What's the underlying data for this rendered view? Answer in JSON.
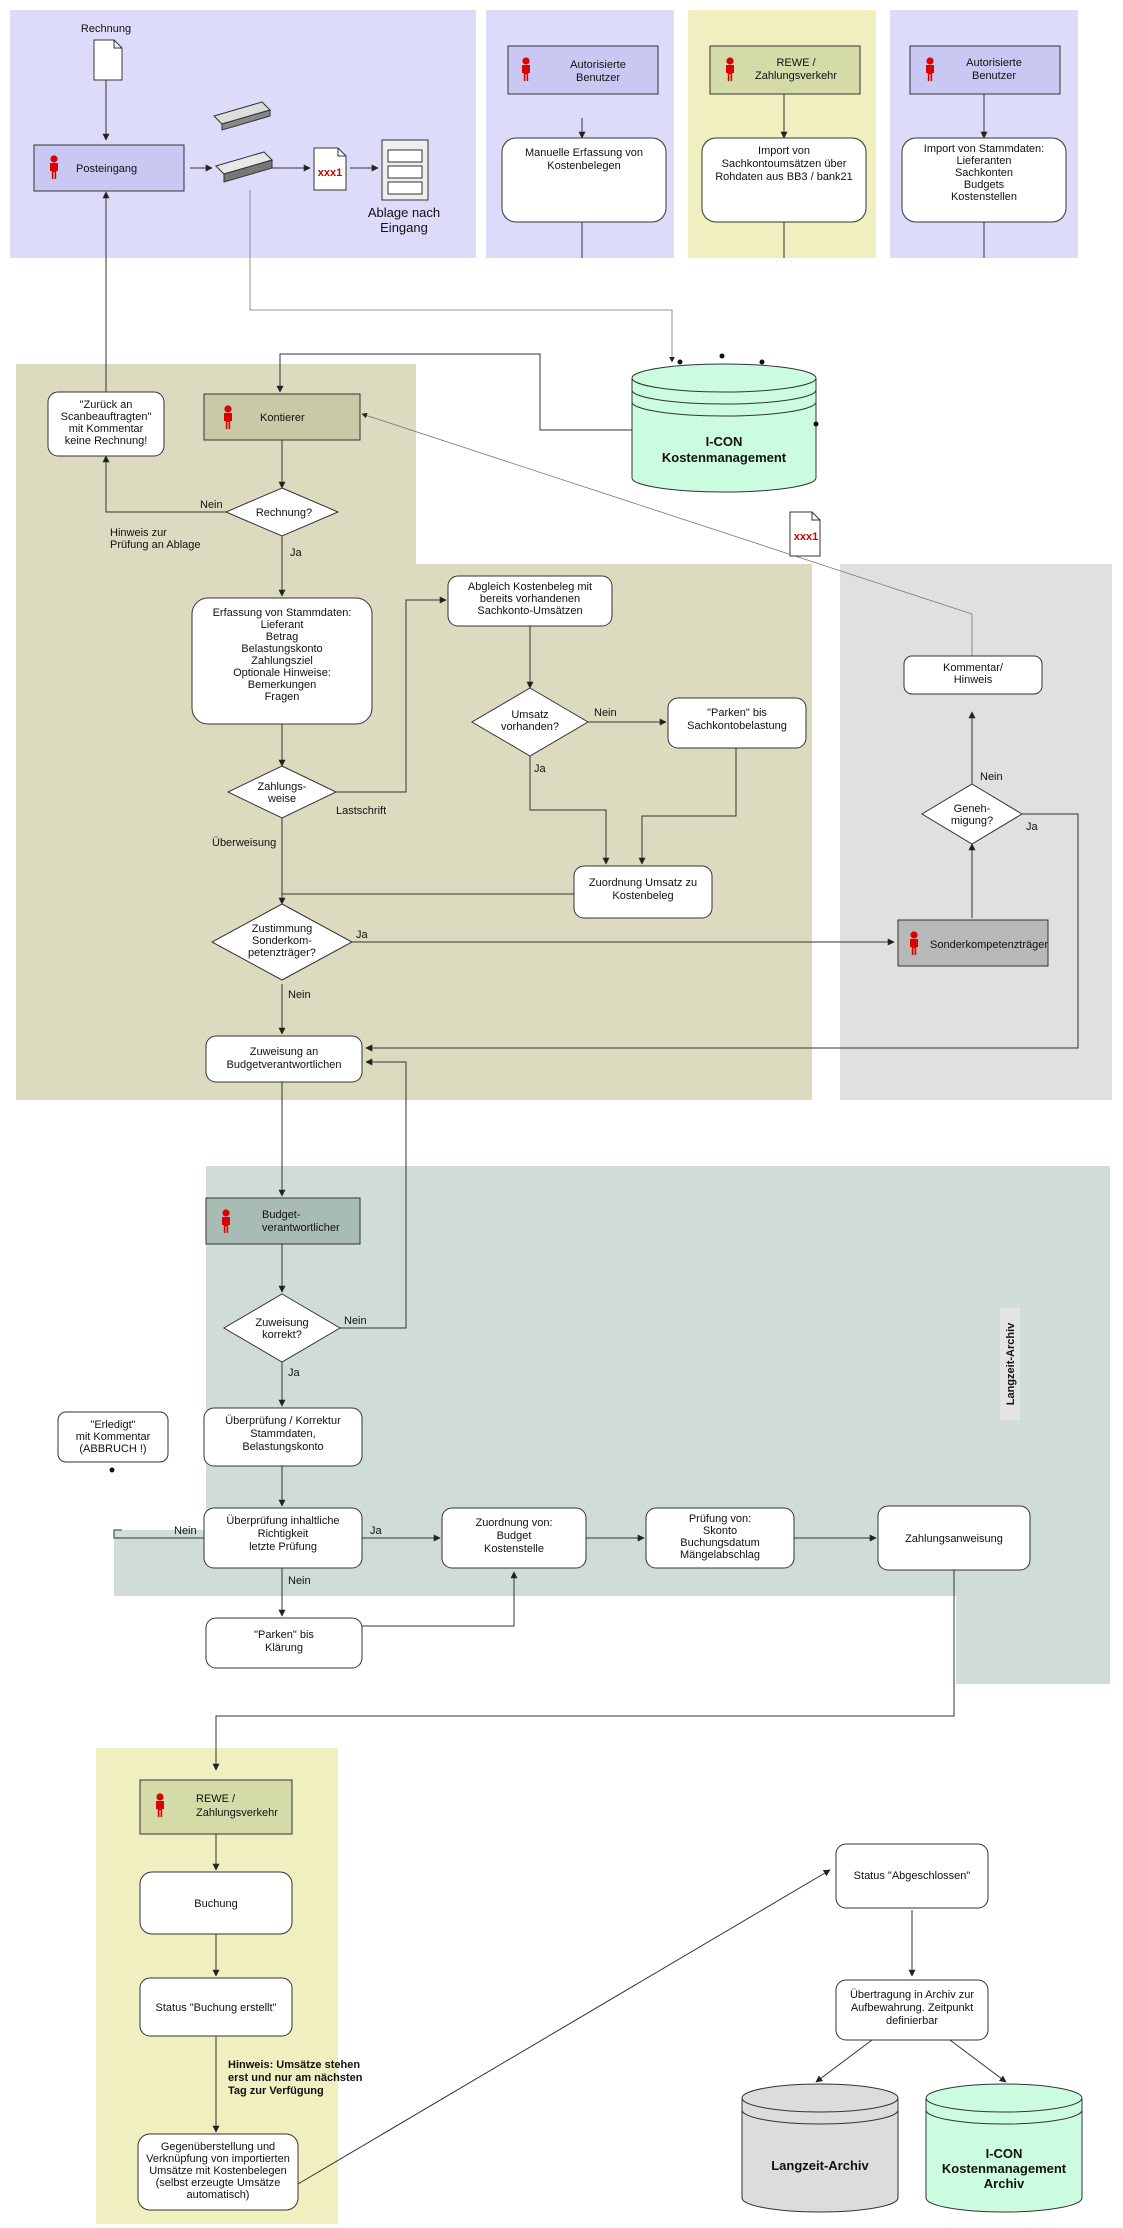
{
  "colors": {
    "lane_blue": "#dcdcfa",
    "lane_yellow": "#f0efc0",
    "lane_olive": "#dcdbc0",
    "lane_grey": "#e0e0e0",
    "lane_teal": "#d0dcd8",
    "actor_blue": "#c8c8f2",
    "actor_green": "#d4dba8",
    "actor_olive": "#c8c9a6",
    "actor_grey": "#b8b8b8",
    "actor_teal": "#a8bcb4",
    "db_green": "#ccfce0",
    "db_grey": "#dcdcdc",
    "person_red": "#dd0000",
    "doc_red": "#cc0000"
  },
  "icons": [
    "person-icon",
    "document-icon",
    "scanner-icon",
    "file-cabinet-icon",
    "database-icon"
  ],
  "top": {
    "rechnung": "Rechnung",
    "posteingang": "Posteingang",
    "doc_code": "xxx1",
    "ablage": [
      "Ablage nach",
      "Eingang"
    ],
    "auth1_actor": [
      "Autorisierte",
      "Benutzer"
    ],
    "manuelle": [
      "Manuelle Erfassung von",
      "Kostenbelegen"
    ],
    "rewe_actor": [
      "REWE /",
      "Zahlungsverkehr"
    ],
    "import_sk": [
      "Import von",
      "Sachkontoumsätzen über",
      "Rohdaten aus BB3 / bank21"
    ],
    "auth2_actor": [
      "Autorisierte",
      "Benutzer"
    ],
    "import_stamm": [
      "Import von Stammdaten:",
      "Lieferanten",
      "Sachkonten",
      "Budgets",
      "Kostenstellen"
    ]
  },
  "db_main": [
    "I-CON",
    "Kostenmanagement"
  ],
  "doc_code2": "xxx1",
  "kontierer": {
    "zurueck": [
      "\"Zurück an",
      "Scanbeauftragten\"",
      "mit Kommentar",
      "keine Rechnung!"
    ],
    "actor": "Kontierer",
    "hinweis": [
      "Hinweis zur",
      "Prüfung an Ablage"
    ],
    "rechnung_q": "Rechnung?",
    "nein": "Nein",
    "ja": "Ja",
    "erfassung": [
      "Erfassung von Stammdaten:",
      "Lieferant",
      "Betrag",
      "Belastungskonto",
      "Zahlungsziel",
      "",
      "Optionale Hinweise:",
      "Bemerkungen",
      "Fragen"
    ],
    "abgleich": [
      "Abgleich Kostenbeleg mit",
      "bereits vorhandenen",
      "Sachkonto-Umsätzen"
    ],
    "umsatz_q": [
      "Umsatz",
      "vorhanden?"
    ],
    "parken": [
      "\"Parken\" bis",
      "Sachkontobelastung"
    ],
    "zahlungsweise_q": [
      "Zahlungs-",
      "weise"
    ],
    "lastschrift": "Lastschrift",
    "ueberweisung": "Überweisung",
    "zuordnung": [
      "Zuordnung Umsatz zu",
      "Kostenbeleg"
    ],
    "zustimmung_q": [
      "Zustimmung",
      "Sonderkom-",
      "petenzträger?"
    ],
    "zuweisung": [
      "Zuweisung an",
      "Budgetverantwortlichen"
    ]
  },
  "sonder": {
    "kommentar": [
      "Kommentar/",
      "Hinweis"
    ],
    "genehmigung_q": [
      "Geneh-",
      "migung?"
    ],
    "actor": "Sonderkompetenzträger"
  },
  "budget": {
    "actor": [
      "Budget-",
      "verantwortlicher"
    ],
    "zuweisung_q": [
      "Zuweisung",
      "korrekt?"
    ],
    "ueberpruefung": [
      "Überprüfung / Korrektur",
      "Stammdaten,",
      "Belastungskonto"
    ],
    "erledigt": [
      "\"Erledigt\"",
      "mit Kommentar",
      "(ABBRUCH !)"
    ],
    "inhaltlich": [
      "Überprüfung inhaltliche",
      "Richtigkeit",
      "letzte Prüfung"
    ],
    "zuordnung": [
      "Zuordnung von:",
      "Budget",
      "Kostenstelle"
    ],
    "pruefung": [
      "Prüfung von:",
      "Skonto",
      "Buchungsdatum",
      "Mängelabschlag"
    ],
    "zahlungsanweisung": "Zahlungsanweisung",
    "parken": [
      "\"Parken\" bis",
      "Klärung"
    ],
    "archiv_label": "Langzeit-Archiv"
  },
  "rewe": {
    "actor": [
      "REWE /",
      "Zahlungsverkehr"
    ],
    "buchung": "Buchung",
    "status": "Status \"Buchung erstellt\"",
    "hinweis": [
      "Hinweis: Umsätze stehen",
      "erst und nur am nächsten",
      "Tag zur Verfügung"
    ],
    "gegenueber": [
      "Gegenüberstellung und",
      "Verknüpfung von importierten",
      "Umsätze mit Kostenbelegen",
      "(selbst erzeugte Umsätze",
      "automatisch)"
    ]
  },
  "end": {
    "abgeschlossen": "Status \"Abgeschlossen\"",
    "uebertragung": [
      "Übertragung in Archiv zur",
      "Aufbewahrung. Zeitpunkt",
      "definierbar"
    ],
    "db_archiv": "Langzeit-Archiv",
    "db_icon": [
      "I-CON",
      "Kostenmanagement",
      "Archiv"
    ]
  },
  "labels": {
    "nein": "Nein",
    "ja": "Ja"
  }
}
